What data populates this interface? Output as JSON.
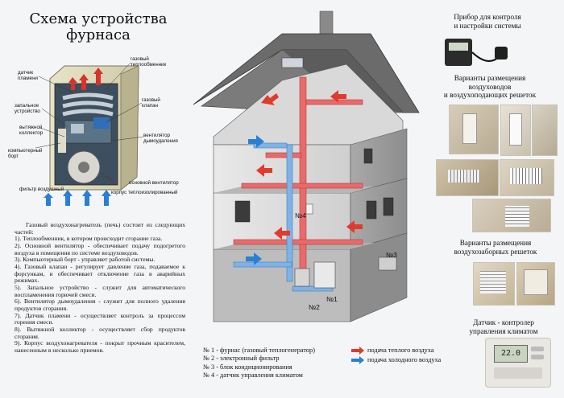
{
  "furnace": {
    "title_line1": "Схема устройства",
    "title_line2": "фурнаса",
    "labels": {
      "sensor_line1": "датчик",
      "sensor_line2": "пламени",
      "heat_exchanger_line1": "газовый",
      "heat_exchanger_line2": "теплообменник",
      "ignition_line1": "запальное",
      "ignition_line2": "устройство",
      "gas_valve_line1": "газовый",
      "gas_valve_line2": "клапан",
      "exhaust_line1": "вытяжной",
      "exhaust_line2": "коллектор",
      "board_line1": "компьютерный",
      "board_line2": "борт",
      "smoke_fan_line1": "вентилятор",
      "smoke_fan_line2": "дымоудаления",
      "main_fan": "основной вентилятор",
      "filter": "фильтр воздушный",
      "body": "корпус теплоизолированный"
    }
  },
  "description": {
    "intro": "Газовый воздухонагреватель (печь) состоит из следующих частей:",
    "items": [
      "1). Теплообменник, в котором происходит сгорание газа.",
      "2). Основной вентилятор - обеспечивает подачу подогретого воздуха в помещения по системе воздуховодов.",
      "3). Компьютерный борт - управляет работой системы.",
      "4). Газовый клапан - регулирует давление газа, подаваемое к форсункам, и обеспечивает отключение газа в аварийных режимах.",
      "5). Запальное устройство - служит для автоматического воспламенения горючей смеси.",
      "6). Вентилятор дымоудаления - служит для полного удаления продуктов сгорания.",
      "7). Датчик пламени - осуществляет контроль за процессом горения смеси.",
      "8). Вытяжной коллектор - осуществляет сбор продуктов сгорания.",
      "9). Корпус воздухонагревателя - покрыт прочным красителем, нанесенным в несколько приемов."
    ]
  },
  "house": {
    "labels": {
      "n1": "№1",
      "n2": "№2",
      "n3": "№3",
      "n4": "№4"
    }
  },
  "legend": {
    "items": [
      "№ 1 - фурнас (газовый теплогенератор)",
      "№ 2 - электронный фильтр",
      "№ 3 - блок кондиционирования",
      "№ 4 - датчик управления климатом"
    ],
    "warm": "подача теплого воздуха",
    "cold": "подача холодного воздуха"
  },
  "right": {
    "device_line1": "Прибор для контроля",
    "device_line2": "и настройки системы",
    "ducts_line1": "Варианты размещения",
    "ducts_line2": "воздуховодов",
    "ducts_line3": "и воздухоподающих решеток",
    "intake_line1": "Варианты размещения",
    "intake_line2": "воздухозаборных решеток",
    "sensor_line1": "Датчик - контролер",
    "sensor_line2": "управления климатом",
    "thermostat_display": "22.0"
  },
  "colors": {
    "warm": "#e23a2e",
    "cold": "#2a7fd4",
    "roof": "#6b6b6b"
  }
}
